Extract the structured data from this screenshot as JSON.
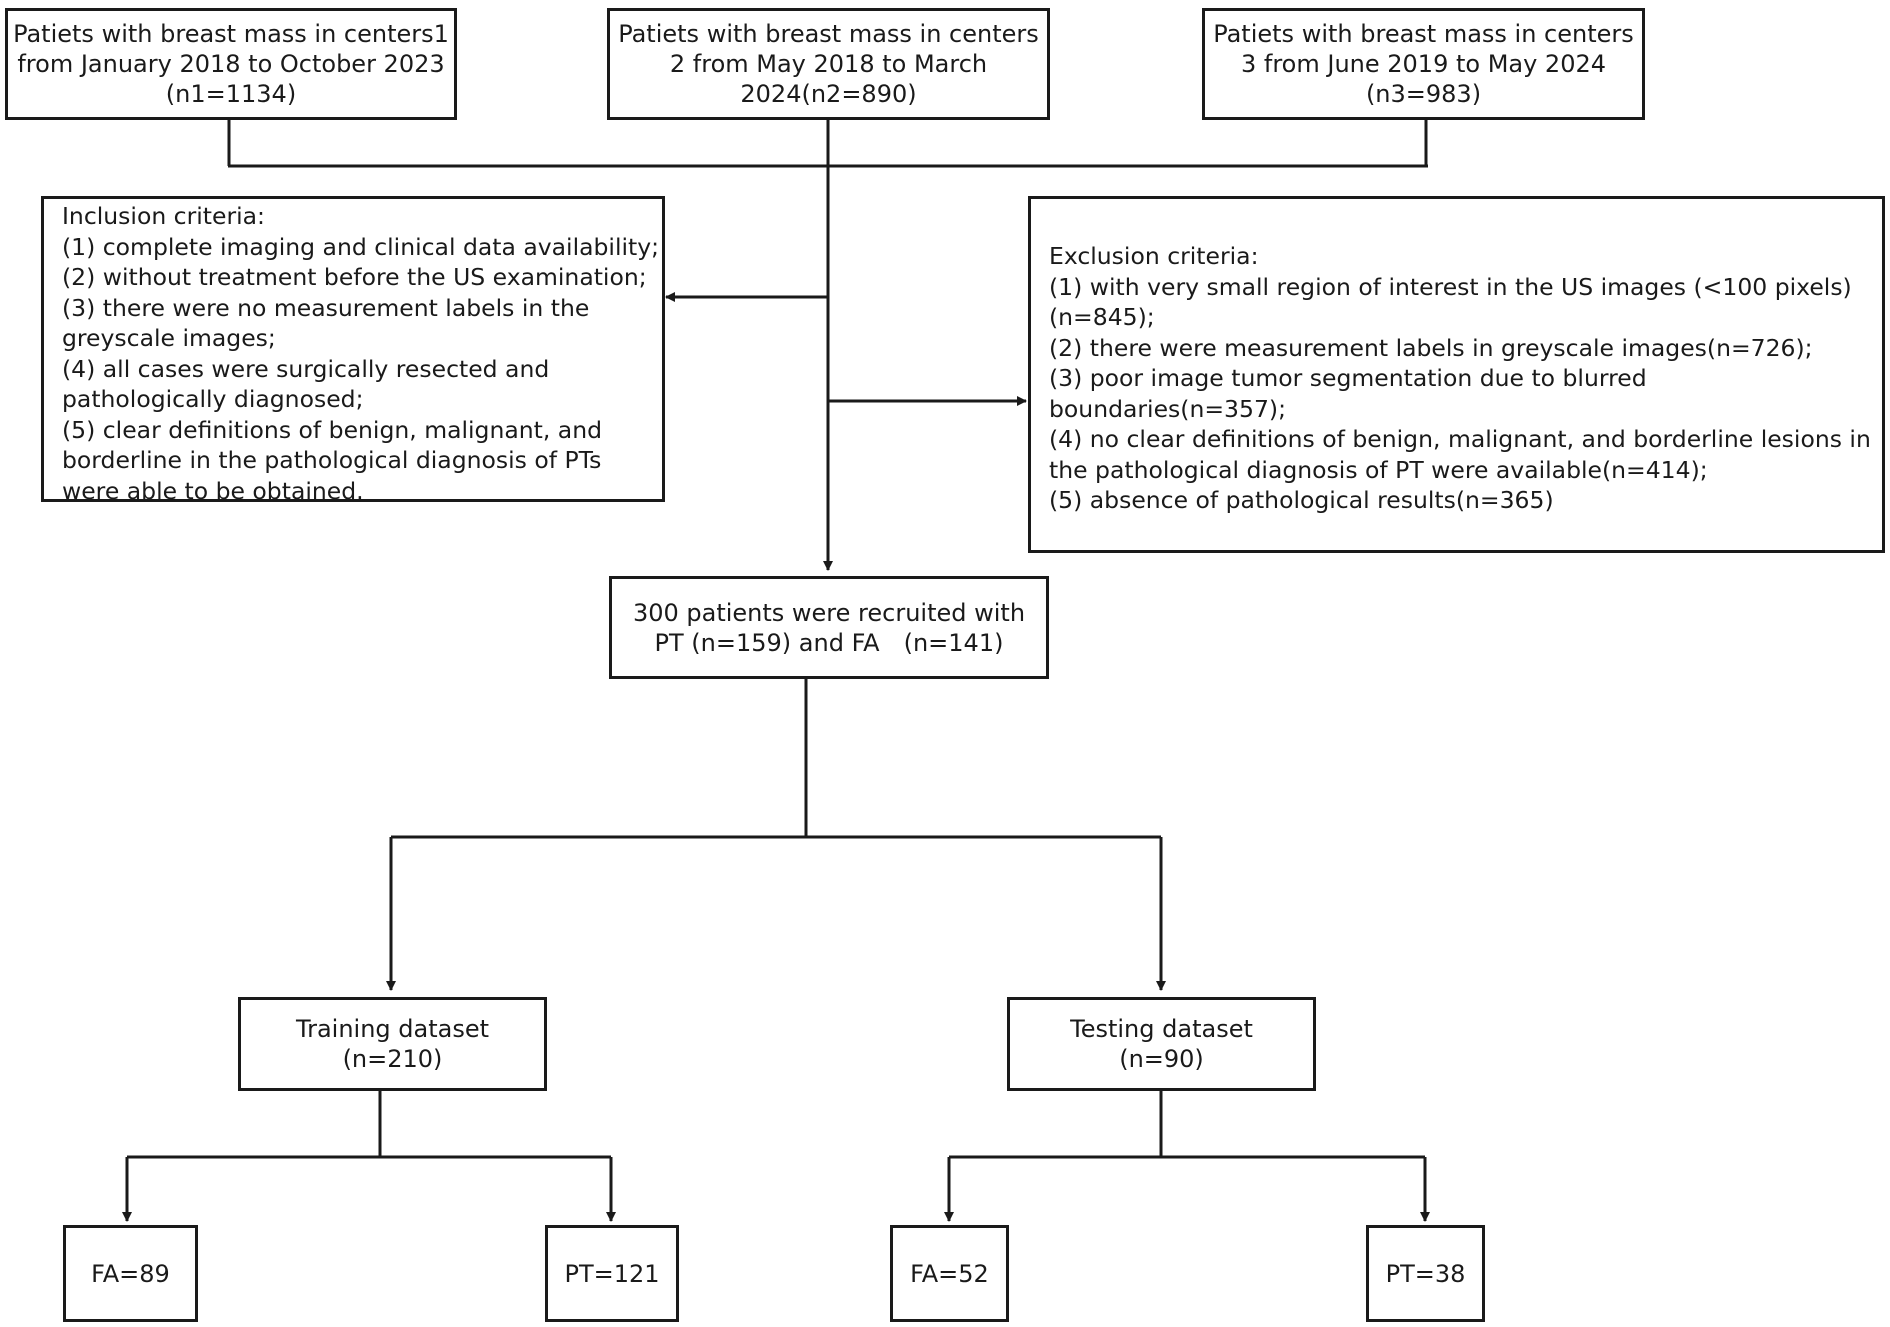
{
  "centers": [
    {
      "lines": [
        "Patiets with breast mass in centers1",
        "from January 2018 to October 2023",
        "(n1=1134)"
      ]
    },
    {
      "lines": [
        "Patiets with breast mass in centers",
        "2 from May 2018 to March",
        "2024(n2=890)"
      ]
    },
    {
      "lines": [
        "Patiets with breast mass in centers",
        "3 from June 2019 to May 2024",
        "(n3=983)"
      ]
    }
  ],
  "inclusion": {
    "lines": [
      "Inclusion criteria:",
      "(1) complete imaging and clinical data availability;",
      "(2) without treatment before the US examination;",
      "(3)  there were no measurement labels in the",
      "greyscale images;",
      "(4) all cases were surgically resected and",
      "pathologically diagnosed;",
      "(5) clear definitions of benign, malignant, and",
      "borderline in the pathological diagnosis of PTs",
      "were able to be obtained."
    ]
  },
  "exclusion": {
    "lines": [
      "Exclusion criteria:",
      "(1) with very small region of interest in the US images (<100 pixels)",
      "(n=845);",
      "(2) there were measurement labels in greyscale images(n=726);",
      "(3) poor image tumor segmentation due to blurred",
      "boundaries(n=357);",
      "(4) no clear definitions of benign, malignant, and borderline lesions in",
      "the pathological diagnosis of PT were available(n=414);",
      "(5) absence of pathological results(n=365)"
    ]
  },
  "recruited": {
    "lines": [
      "300 patients were recruited with",
      "PT (n=159) and FA　(n=141)"
    ]
  },
  "training": {
    "lines": [
      "Training dataset",
      "(n=210)"
    ]
  },
  "testing": {
    "lines": [
      "Testing dataset",
      "(n=90)"
    ]
  },
  "leaves": {
    "train_fa": "FA=89",
    "train_pt": "PT=121",
    "test_fa": "FA=52",
    "test_pt": "PT=38"
  }
}
